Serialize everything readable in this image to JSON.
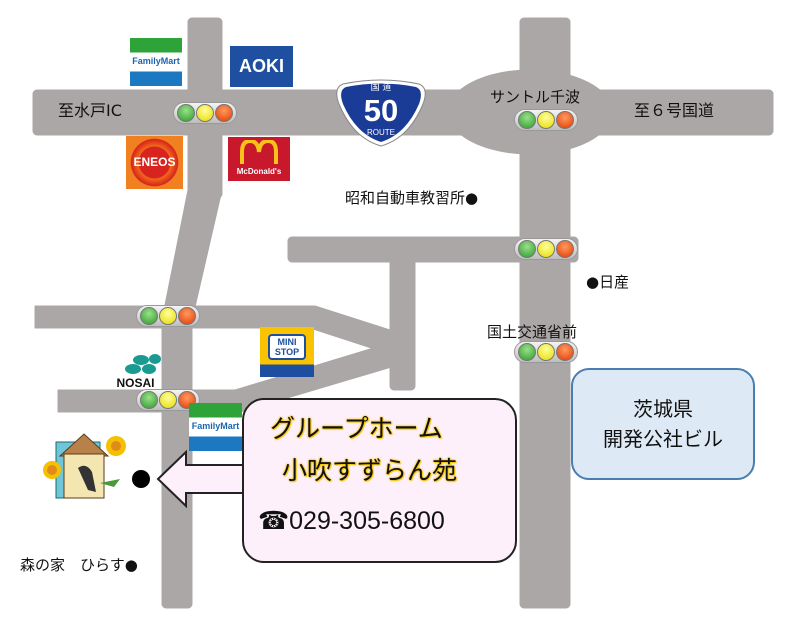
{
  "labels": {
    "to_mito_ic": "至水戸IC",
    "to_route6": "至６号国道",
    "suntoru_chinami": "サントル千波",
    "showa_school": "昭和自動車教習所●",
    "nissan": "●日産",
    "mlit_front": "国土交通省前",
    "mori_no_ie": "森の家　ひらす●"
  },
  "route_sign": {
    "kanji": "国 道",
    "number": "50",
    "word": "ROUTE"
  },
  "logos": {
    "familymart_1": "FamilyMart",
    "aoki": "AOKI",
    "eneos": "ENEOS",
    "mcdonalds": "McDonald's",
    "ministop": "MINI STOP",
    "nosai": "NOSAI",
    "familymart_2": "FamilyMart"
  },
  "callout": {
    "name_line1": "グループホーム",
    "name_line2": "小吹すずらん苑",
    "phone_icon": "☎",
    "phone": "029-305-6800"
  },
  "building": {
    "line1": "茨城県",
    "line2": "開発公社ビル"
  },
  "colors": {
    "road": "#aba7a7",
    "callout_bg": "#fdf0fa",
    "building_bg": "#dde9f5"
  }
}
